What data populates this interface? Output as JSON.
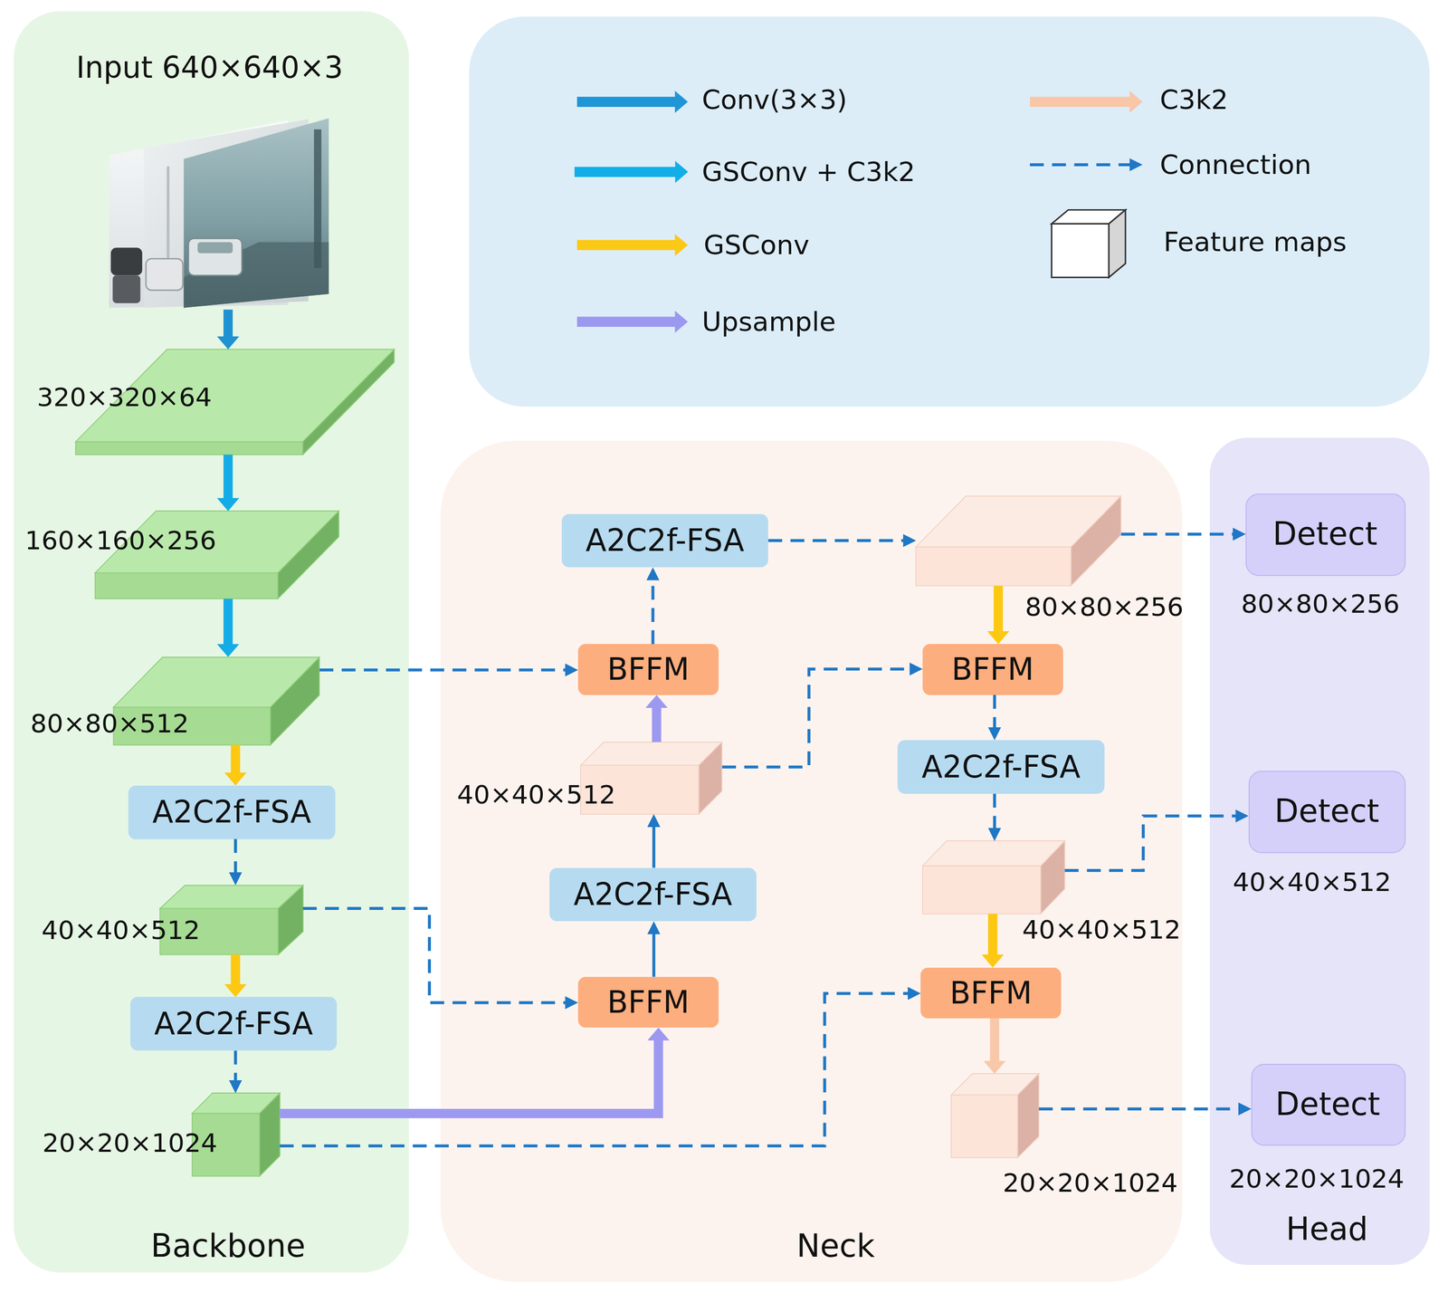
{
  "diagram": {
    "nodes": [
      {
        "text": [
          "Backbone"
        ]
      },
      {
        "text": [
          "Input 640×640×3"
        ],
        "in": 0
      },
      {
        "text": [
          "320×320×64"
        ],
        "in": 0
      },
      {
        "text": [
          "160×160×256"
        ],
        "in": 0
      },
      {
        "text": [
          "80×80×512"
        ],
        "in": 0
      },
      {
        "text": [
          "A2C2f-FSA"
        ],
        "in": 0
      },
      {
        "text": [
          "40×40×512"
        ],
        "in": 0
      },
      {
        "text": [
          "A2C2f-FSA"
        ],
        "in": 0
      },
      {
        "text": [
          "20×20×1024"
        ],
        "in": 0
      },
      {
        "text": [
          "Neck"
        ]
      },
      {
        "text": [
          "A2C2f-FSA"
        ],
        "in": 9
      },
      {
        "text": [
          "BFFM"
        ],
        "in": 9
      },
      {
        "text": [
          "40×40×512"
        ],
        "in": 9
      },
      {
        "text": [
          "A2C2f-FSA"
        ],
        "in": 9
      },
      {
        "text": [
          "BFFM"
        ],
        "in": 9
      },
      {
        "text": [
          "80×80×256"
        ],
        "in": 9
      },
      {
        "text": [
          "BFFM"
        ],
        "in": 9
      },
      {
        "text": [
          "A2C2f-FSA"
        ],
        "in": 9
      },
      {
        "text": [
          "40×40×512"
        ],
        "in": 9
      },
      {
        "text": [
          "BFFM"
        ],
        "in": 9
      },
      {
        "text": [
          "20×20×1024"
        ],
        "in": 9
      },
      {
        "text": [
          "Head"
        ]
      },
      {
        "text": [
          "Detect",
          "80×80×256"
        ],
        "in": 21
      },
      {
        "text": [
          "Detect",
          "40×40×512"
        ],
        "in": 21
      },
      {
        "text": [
          "Detect",
          "20×20×1024"
        ],
        "in": 21
      }
    ],
    "edges": [
      {
        "from": 1,
        "to": 2,
        "arrow": "to"
      },
      {
        "from": 2,
        "to": 3,
        "arrow": "to"
      },
      {
        "from": 3,
        "to": 4,
        "arrow": "to"
      },
      {
        "from": 4,
        "to": 5,
        "arrow": "to"
      },
      {
        "from": 5,
        "to": 6,
        "arrow": "to"
      },
      {
        "from": 6,
        "to": 7,
        "arrow": "to"
      },
      {
        "from": 7,
        "to": 8,
        "arrow": "to"
      },
      {
        "from": 4,
        "to": 11,
        "arrow": "to"
      },
      {
        "from": 6,
        "to": 14,
        "arrow": "to"
      },
      {
        "from": 8,
        "to": 14,
        "arrow": "to"
      },
      {
        "from": 8,
        "to": 19,
        "arrow": "to"
      },
      {
        "from": 14,
        "to": 13,
        "arrow": "to"
      },
      {
        "from": 13,
        "to": 12,
        "arrow": "to"
      },
      {
        "from": 12,
        "to": 11,
        "arrow": "to"
      },
      {
        "from": 11,
        "to": 10,
        "arrow": "to"
      },
      {
        "from": 10,
        "to": 15,
        "arrow": "to"
      },
      {
        "from": 12,
        "to": 16,
        "arrow": "to"
      },
      {
        "from": 15,
        "to": 16,
        "arrow": "to"
      },
      {
        "from": 16,
        "to": 17,
        "arrow": "to"
      },
      {
        "from": 17,
        "to": 18,
        "arrow": "to"
      },
      {
        "from": 18,
        "to": 19,
        "arrow": "to"
      },
      {
        "from": 19,
        "to": 20,
        "arrow": "to"
      },
      {
        "from": 15,
        "to": 22,
        "arrow": "to"
      },
      {
        "from": 18,
        "to": 23,
        "arrow": "to"
      },
      {
        "from": 20,
        "to": 24,
        "arrow": "to"
      }
    ],
    "legend": [
      {
        "text": "Conv(3×3)",
        "color": "#1f96d5"
      },
      {
        "text": "GSConv + C3k2",
        "color": "#12aee8"
      },
      {
        "text": "GSConv",
        "color": "#fbc815"
      },
      {
        "text": "Upsample",
        "color": "#9b98ef"
      },
      {
        "text": "C3k2",
        "color": "#f9c6a8"
      },
      {
        "text": "Connection"
      },
      {
        "text": "Feature maps"
      }
    ]
  }
}
